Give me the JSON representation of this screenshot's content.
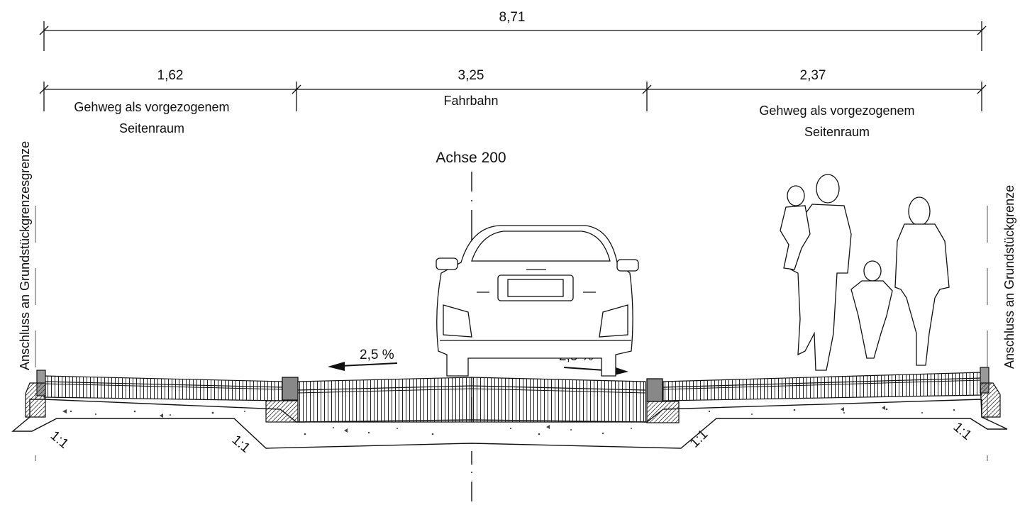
{
  "dimensions": {
    "total": "8,71",
    "left_sidewalk": "1,62",
    "roadway": "3,25",
    "right_sidewalk": "2,37"
  },
  "labels": {
    "left_sidewalk_line1": "Gehweg als vorgezogenem",
    "left_sidewalk_line2": "Seitenraum",
    "roadway": "Fahrbahn",
    "right_sidewalk_line1": "Gehweg als vorgezogenem",
    "right_sidewalk_line2": "Seitenraum",
    "axis": "Achse 200",
    "left_boundary": "Anschluss an Grundstückgrenzesgrenze",
    "right_boundary": "Anschluss an Grundstückgrenze"
  },
  "slopes": {
    "left": "2,5 %",
    "right": "2,5 %"
  },
  "embankments": {
    "far_left": "1:1",
    "inner_left": "1:1",
    "inner_right": "1:1",
    "far_right": "1:1"
  }
}
